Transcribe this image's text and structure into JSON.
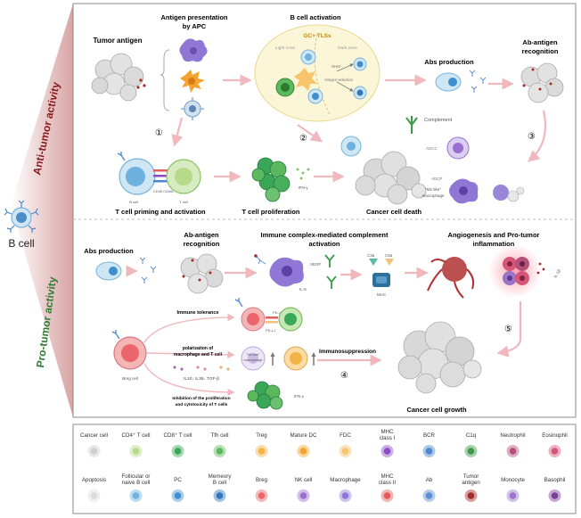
{
  "side": {
    "anti": "Anti-tumor activity",
    "pro": "Pro-tumor activity",
    "bcell": "B cell"
  },
  "top": {
    "tumor_antigen": "Tumor antigen",
    "apc_title_1": "Antigen presentation",
    "apc_title_2": "by APC",
    "bact_title": "B cell activation",
    "gc_label": "GC+ TLSs",
    "light_zone": "Light zone",
    "dark_zone": "Dark zone",
    "shm": "SHM",
    "antigen_selection": "Antigen selection",
    "abs_production": "Abs production",
    "ab_antigen_1": "Ab-antigen",
    "ab_antigen_2": "recognition",
    "complement": "Complement",
    "adcc": "ADCC",
    "adcp": "ADCP",
    "m1_1": "\"M1-like\"",
    "m1_2": "macrophage",
    "cd40": "CD40",
    "cd40l": "CD40L",
    "b_cell_small": "B cell",
    "t_cell_small": "T cell",
    "ifn": "IFN-γ",
    "t_priming": "T cell priming and activation",
    "t_prolif": "T cell proliferation",
    "cancer_death": "Cancer cell death",
    "n1": "①",
    "n2": "②",
    "n3": "③"
  },
  "bottom": {
    "abs_production": "Abs production",
    "ab_antigen_1": "Ab-antigen",
    "ab_antigen_2": "recognition",
    "immune_1": "Immune complex-mediated complement",
    "immune_2": "activation",
    "angio_1": "Angiogenesis and Pro-tumor",
    "angio_2": "inflammation",
    "vegf": "VEGF",
    "il6": "IL-6",
    "c3a": "C3a",
    "c5a": "C5a",
    "mac": "MAC",
    "il1b": "IL-1β",
    "immune_tolerance": "Immune tolerance",
    "polar_1": "polarization of",
    "polar_2": "macrophage and T cell",
    "cytokines": "IL10↓ IL35↓ TGF-β",
    "inhib_1": "Inhibition of the proliferation",
    "inhib_2": "and cytotoxicity of T cells",
    "breg_small": "Breg cell",
    "pdl1": "PD-L1",
    "pd1": "PD-1",
    "m2_1": "\"M2-like\"",
    "m2_2": "macrophage",
    "ifn": "IFN-γ",
    "immunosuppression": "Immunosuppression",
    "growth": "Cancer cell growth",
    "n4": "④",
    "n5": "⑤"
  },
  "legend": [
    {
      "label": "Cancer cell",
      "icon": "cancer-cell-icon",
      "color": "#cfcfcf"
    },
    {
      "label": "CD4⁺ T cell",
      "icon": "cd4-t-cell-icon",
      "color": "#b7d98a"
    },
    {
      "label": "CD8⁺ T cell",
      "icon": "cd8-t-cell-icon",
      "color": "#3aa657"
    },
    {
      "label": "Tfh cell",
      "icon": "tfh-cell-icon",
      "color": "#5cb85c"
    },
    {
      "label": "Treg",
      "icon": "treg-icon",
      "color": "#f3b349"
    },
    {
      "label": "Mature DC",
      "icon": "mature-dc-icon",
      "color": "#f4a32f"
    },
    {
      "label": "FDC",
      "icon": "fdc-icon",
      "color": "#f7c46c"
    },
    {
      "label": "MHC\nclass I",
      "icon": "mhc-class-1-icon",
      "color": "#8a4bc4"
    },
    {
      "label": "BCR",
      "icon": "bcr-icon",
      "color": "#4c87c9"
    },
    {
      "label": "C1q",
      "icon": "c1q-icon",
      "color": "#3c9a4a"
    },
    {
      "label": "Neutrophil",
      "icon": "neutrophil-icon",
      "color": "#b5507a"
    },
    {
      "label": "Eosinophil",
      "icon": "eosinophil-icon",
      "color": "#d6567a"
    },
    {
      "label": "Apoptosis",
      "icon": "apoptosis-icon",
      "color": "#dcdcdc"
    },
    {
      "label": "Follicular or\nnaive B cell",
      "icon": "naive-b-cell-icon",
      "color": "#6fb1de"
    },
    {
      "label": "PC",
      "icon": "plasma-cell-icon",
      "color": "#3d8fcf"
    },
    {
      "label": "Memeory\nB cell",
      "icon": "memory-b-cell-icon",
      "color": "#2f78bf"
    },
    {
      "label": "Breg",
      "icon": "breg-icon",
      "color": "#e9666b"
    },
    {
      "label": "NK cell",
      "icon": "nk-cell-icon",
      "color": "#9b6fd0"
    },
    {
      "label": "Macrophage",
      "icon": "macrophage-icon",
      "color": "#8f77d6"
    },
    {
      "label": "MHC\nclass II",
      "icon": "mhc-class-2-icon",
      "color": "#e35b5b"
    },
    {
      "label": "Ab",
      "icon": "antibody-icon",
      "color": "#5d8fd0"
    },
    {
      "label": "Tumor\nantigen",
      "icon": "tumor-antigen-icon",
      "color": "#a52a2a"
    },
    {
      "label": "Monocyte",
      "icon": "monocyte-icon",
      "color": "#9a74c9"
    },
    {
      "label": "Basophil",
      "icon": "basophil-icon",
      "color": "#7a3f9a"
    }
  ],
  "colors": {
    "panel_border": "#8a8a8a",
    "wedge": "#d9a7a7",
    "anti_text": "#8b1a1a",
    "pro_text": "#2e7d32",
    "arrow": "#f0b8bc",
    "gc_fill": "#fbf6d8"
  }
}
